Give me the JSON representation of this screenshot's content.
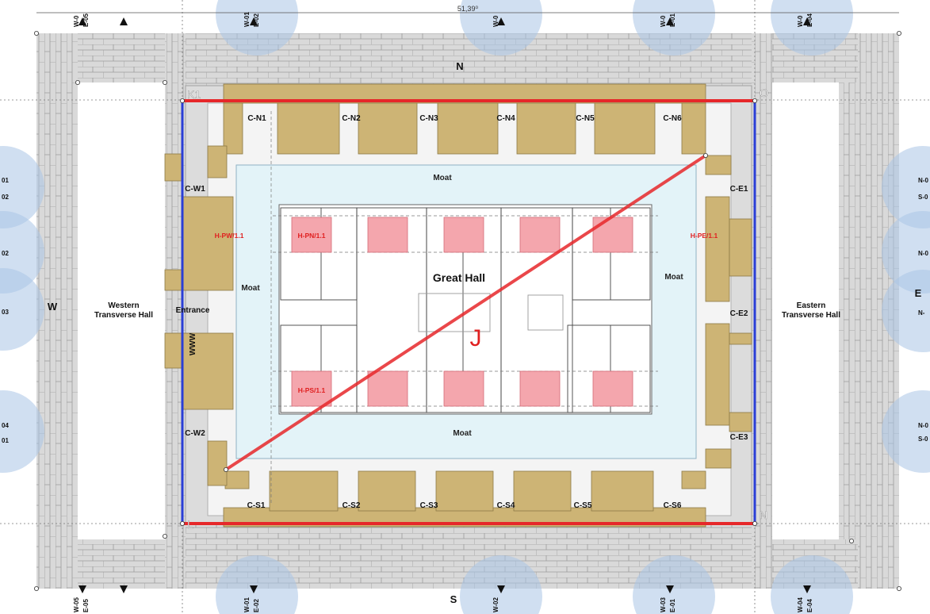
{
  "plan": {
    "top_dimension": "51,39⁰",
    "cardinals": {
      "north": "N",
      "south": "S",
      "west": "W",
      "east": "E"
    },
    "corner_labels": {
      "top_left": "K1",
      "top_right": "O",
      "bottom_left": "L",
      "bottom_right": "N"
    },
    "great_hall": "Great Hall",
    "moat_label": "Moat",
    "diagonal_label": "J",
    "west_hall": [
      "Western",
      "Transverse Hall"
    ],
    "east_hall": [
      "Eastern",
      "Transverse Hall"
    ],
    "entrance": "Entrance",
    "entrance_vertical": "WWW",
    "chambers_north": [
      "C-N1",
      "C-N2",
      "C-N3",
      "C-N4",
      "C-N5",
      "C-N6"
    ],
    "chambers_south": [
      "C-S1",
      "C-S2",
      "C-S3",
      "C-S4",
      "C-S5",
      "C-S6"
    ],
    "chambers_west": [
      "C-W1",
      "C-W2"
    ],
    "chambers_east": [
      "C-E1",
      "C-E2",
      "C-E3"
    ],
    "hall_pillars": {
      "north": "H-PN/1.1",
      "south": "H-PS/1.1",
      "west": "H-PW/1.1",
      "east": "H-PE/1.1"
    },
    "section_markers_top": [
      {
        "top": "W-0",
        "bottom": "E-05"
      },
      {
        "top": "W-01",
        "bottom": "E-02"
      },
      {
        "top": "W-0",
        "bottom": ""
      },
      {
        "top": "W-0",
        "bottom": "E-01"
      },
      {
        "top": "W-0",
        "bottom": "E-04"
      }
    ],
    "section_markers_bottom": [
      {
        "top": "W-05",
        "bottom": "E-05"
      },
      {
        "top": "W-01",
        "bottom": "E-02"
      },
      {
        "top": "W-02",
        "bottom": ""
      },
      {
        "top": "W-03",
        "bottom": "E-01"
      },
      {
        "top": "W-04",
        "bottom": "E-04"
      }
    ],
    "section_markers_left": [
      "01",
      "02",
      "02",
      "03",
      "04",
      "01"
    ],
    "section_markers_right": [
      "N-0",
      "S-0",
      "N-0",
      "N-",
      "N-0",
      "S-0"
    ],
    "colors": {
      "stone": "#d6d6d6",
      "stone_line": "#9a9a9a",
      "tan": "#cdb475",
      "moat": "#e3f3f8",
      "pink": "#f4a6ad",
      "red_line": "#e6272a",
      "blue_line": "#2a3ed6",
      "marker_circle": "#a9c4e6"
    }
  }
}
